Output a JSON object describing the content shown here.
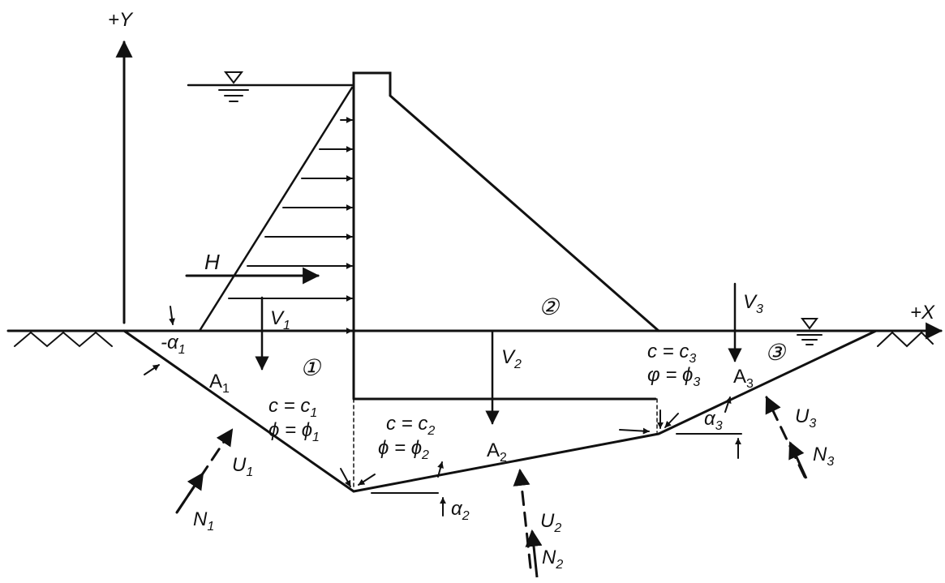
{
  "axes": {
    "y_label": "+Y",
    "x_label": "+X"
  },
  "zones": {
    "zone1": "①",
    "zone2": "②",
    "zone3": "③"
  },
  "forces": {
    "H": "H",
    "V1": "V",
    "V1_sub": "1",
    "V2": "V",
    "V2_sub": "2",
    "V3": "V",
    "V3_sub": "3",
    "U1": "U",
    "U1_sub": "1",
    "U2": "U",
    "U2_sub": "2",
    "U3": "U",
    "U3_sub": "3",
    "N1": "N",
    "N1_sub": "1",
    "N2": "N",
    "N2_sub": "2",
    "N3": "N",
    "N3_sub": "3"
  },
  "areas": {
    "A1": "A",
    "A1_sub": "1",
    "A2": "A",
    "A2_sub": "2",
    "A3": "A",
    "A3_sub": "3"
  },
  "angles": {
    "alpha1": "-α",
    "alpha1_sub": "1",
    "alpha2": "α",
    "alpha2_sub": "2",
    "alpha3": "α",
    "alpha3_sub": "3"
  },
  "properties": {
    "c1": "c = c",
    "c1_sub": "1",
    "phi1": "ϕ = ϕ",
    "phi1_sub": "1",
    "c2": "c = c",
    "c2_sub": "2",
    "phi2": "ϕ = ϕ",
    "phi2_sub": "2",
    "c3": "c = c",
    "c3_sub": "3",
    "phi3": "φ = ϕ",
    "phi3_sub": "3"
  },
  "colors": {
    "ink": "#111111",
    "background": "#ffffff"
  }
}
